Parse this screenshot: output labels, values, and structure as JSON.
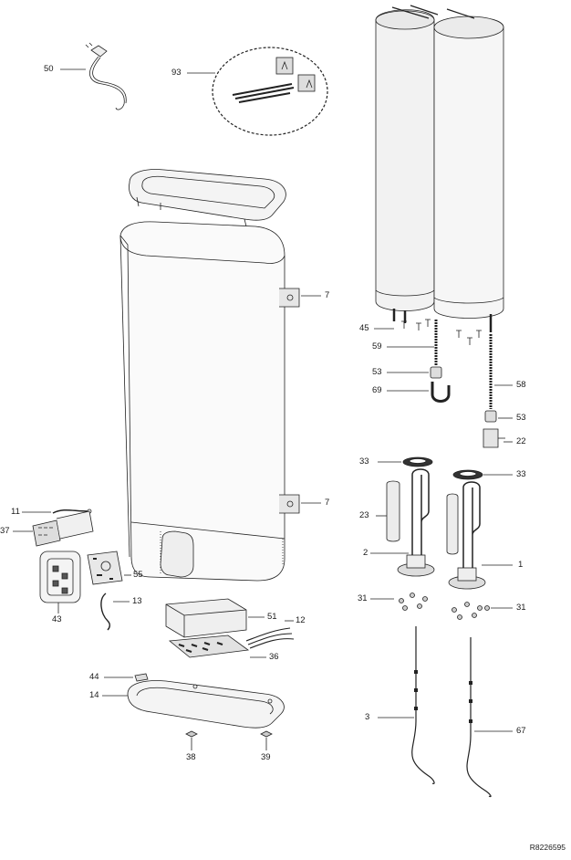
{
  "labels": {
    "l50": "50",
    "l93": "93",
    "l7a": "7",
    "l7b": "7",
    "l45": "45",
    "l59": "59",
    "l53a": "53",
    "l69": "69",
    "l58": "58",
    "l53b": "53",
    "l22": "22",
    "l33a": "33",
    "l33b": "33",
    "l23": "23",
    "l2": "2",
    "l1": "1",
    "l31a": "31",
    "l31b": "31",
    "l11": "11",
    "l37": "37",
    "l55": "55",
    "l13": "13",
    "l43": "43",
    "l51": "51",
    "l12": "12",
    "l36": "36",
    "l44": "44",
    "l14": "14",
    "l38": "38",
    "l39": "39",
    "l3": "3",
    "l67": "67"
  },
  "reference": "R8226595"
}
